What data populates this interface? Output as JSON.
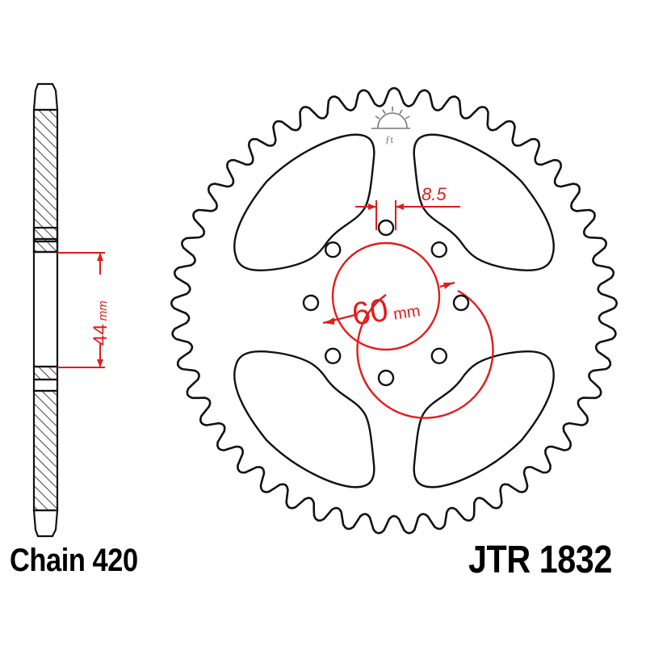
{
  "drawing": {
    "part_number": "JTR 1832",
    "chain_label": "Chain 420",
    "tooth_count_drawn": 45,
    "colors": {
      "outline": "#111111",
      "dimension": "#e31b1b",
      "logo": "#777777",
      "background": "#ffffff"
    },
    "dimensions": {
      "pcd": {
        "value": "60",
        "unit": "mm"
      },
      "bolt_hole": {
        "value": "8.5"
      },
      "hub_width": {
        "value": "44",
        "unit": "mm"
      }
    },
    "bolt_holes": 8,
    "lightening_holes": 4,
    "logo": "jt-sunburst-logo"
  }
}
